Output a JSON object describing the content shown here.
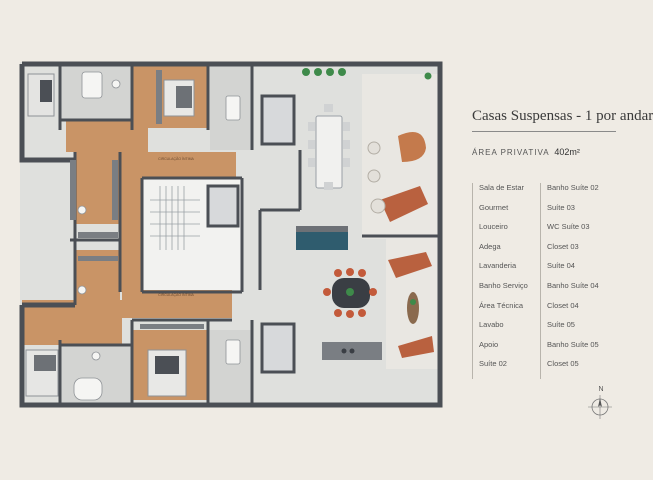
{
  "heading": {
    "title": "Casas Suspensas - 1 por andar",
    "area_label": "ÁREA PRIVATIVA",
    "area_value": "402m²"
  },
  "legend": {
    "column_1": [
      "Sala de Estar",
      "Gourmet",
      "Louceiro",
      "Adega",
      "Lavanderia",
      "Banho Serviço",
      "Área Técnica",
      "Lavabo",
      "Apoio",
      "Suíte 02"
    ],
    "column_2": [
      "Banho Suíte 02",
      "Suíte 03",
      "WC Suíte 03",
      "Closet 03",
      "Suíte 04",
      "Banho Suíte 04",
      "Closet 04",
      "Suíte 05",
      "Banho Suíte 05",
      "Closet 05"
    ]
  },
  "plan_labels": {
    "corridor_top": "CIRCULAÇÃO ÍNTIMA",
    "corridor_bottom": "CIRCULAÇÃO ÍNTIMA"
  },
  "compass": {
    "north": "N"
  },
  "colors": {
    "background": "#efebe4",
    "wall": "#4b4f55",
    "wood_floor": "#c99466",
    "tile_floor": "#dfe0dd",
    "terrace": "#e6e3dd",
    "sofa": "#b9613f",
    "accent_teal": "#2f5c6e"
  }
}
